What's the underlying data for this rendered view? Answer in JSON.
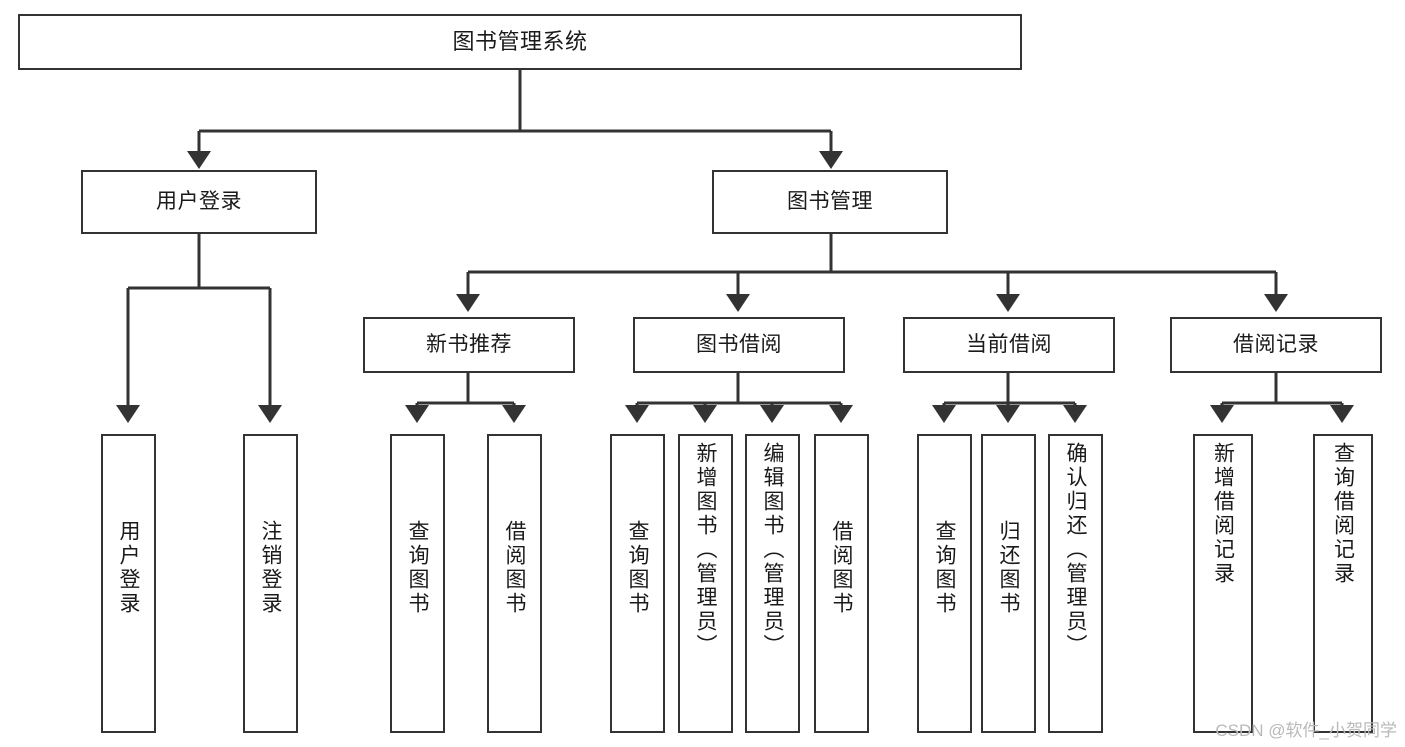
{
  "diagram": {
    "title": "图书管理系统",
    "type": "hierarchy-tree",
    "stroke_color": "#333333",
    "fill_color": "#ffffff",
    "text_color": "#1a1a1a"
  },
  "watermark": {
    "text": "CSDN @软件_小贺同学",
    "color": "#b9b9b9"
  },
  "nodes": {
    "root": {
      "label": "图书管理系统"
    },
    "l1": [
      {
        "label": "用户登录"
      },
      {
        "label": "图书管理"
      }
    ],
    "l2": [
      {
        "label": "新书推荐"
      },
      {
        "label": "图书借阅"
      },
      {
        "label": "当前借阅"
      },
      {
        "label": "借阅记录"
      }
    ],
    "leaves": {
      "user_login": [
        {
          "label": "用户登录"
        },
        {
          "label": "注销登录"
        }
      ],
      "new_book": [
        {
          "label": "查询图书"
        },
        {
          "label": "借阅图书"
        }
      ],
      "book_borrow": [
        {
          "label": "查询图书"
        },
        {
          "label": "新增图书（管理员）"
        },
        {
          "label": "编辑图书（管理员）"
        },
        {
          "label": "借阅图书"
        }
      ],
      "current_borrow": [
        {
          "label": "查询图书"
        },
        {
          "label": "归还图书"
        },
        {
          "label": "确认归还（管理员）"
        }
      ],
      "borrow_record": [
        {
          "label": "新增借阅记录"
        },
        {
          "label": "查询借阅记录"
        }
      ]
    }
  }
}
